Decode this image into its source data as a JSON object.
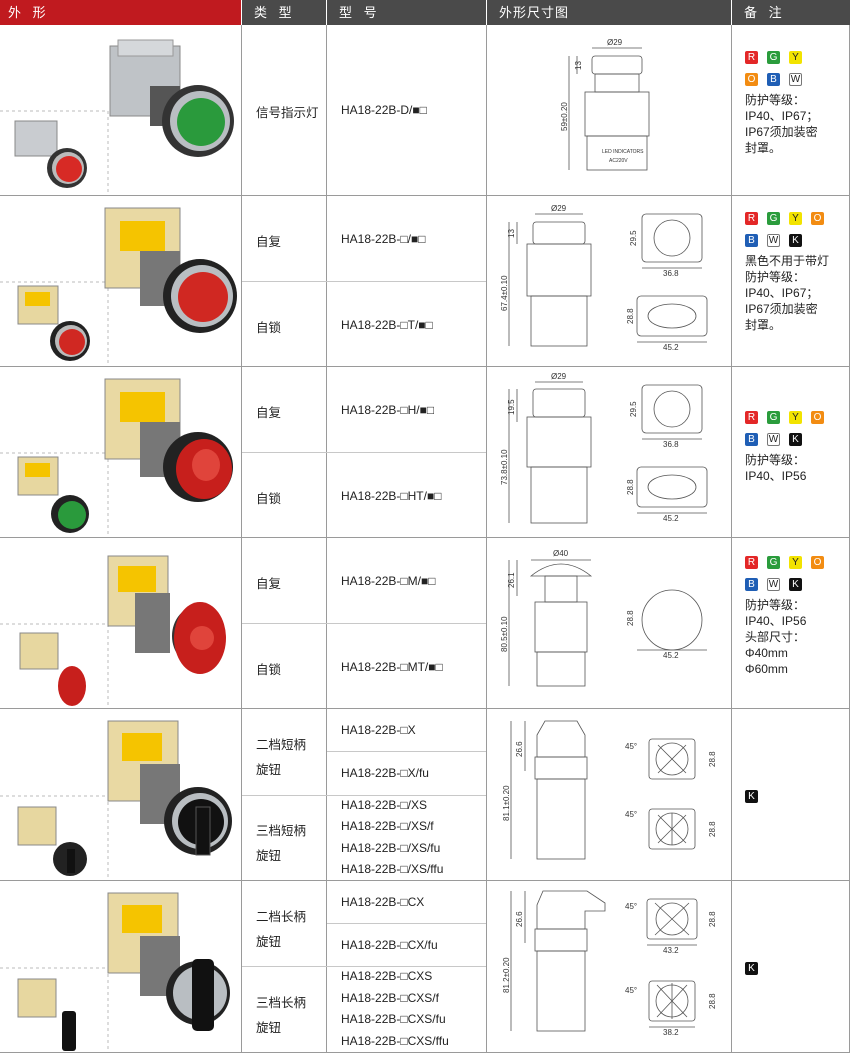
{
  "header": {
    "col_photo": "外 形",
    "col_type": "类 型",
    "col_model": "型 号",
    "col_dims": "外形尺寸图",
    "col_notes": "备 注"
  },
  "rows": [
    {
      "types": [
        "信号指示灯"
      ],
      "models": [
        "HA18-22B-D/■□"
      ],
      "dims": {
        "dia": "Ø29",
        "h1": "13",
        "total": "59±0.20",
        "label1": "LED INDICATORS",
        "label2": "AC220V"
      },
      "swatches": [
        "R",
        "G",
        "Y",
        "O",
        "B",
        "W"
      ],
      "notes": [
        "防护等级：",
        "IP40、IP67；",
        "IP67须加装密",
        "封罩。"
      ]
    },
    {
      "types": [
        "自复",
        "自锁"
      ],
      "models": [
        "HA18-22B-□/■□",
        "HA18-22B-□T/■□"
      ],
      "dims": {
        "dia": "Ø29",
        "h1": "13",
        "total": "67.4±0.10",
        "a": "29.5",
        "b": "36.8",
        "c": "28.8",
        "d": "45.2"
      },
      "swatches": [
        "R",
        "G",
        "Y",
        "O",
        "B",
        "W",
        "K"
      ],
      "notes": [
        "黑色不用于带灯",
        "防护等级：",
        "IP40、IP67；",
        "IP67须加装密",
        "封罩。"
      ]
    },
    {
      "types": [
        "自复",
        "自锁"
      ],
      "models": [
        "HA18-22B-□H/■□",
        "HA18-22B-□HT/■□"
      ],
      "dims": {
        "dia": "Ø29",
        "h1": "19.5",
        "total": "73.8±0.10",
        "a": "29.5",
        "b": "36.8",
        "c": "28.8",
        "d": "45.2"
      },
      "swatches": [
        "R",
        "G",
        "Y",
        "O",
        "B",
        "W",
        "K"
      ],
      "notes": [
        "防护等级：",
        "IP40、IP56"
      ]
    },
    {
      "types": [
        "自复",
        "自锁"
      ],
      "models": [
        "HA18-22B-□M/■□",
        "HA18-22B-□MT/■□"
      ],
      "dims": {
        "dia": "Ø40",
        "h1": "26.1",
        "total": "80.5±0.10",
        "c": "28.8",
        "d": "45.2"
      },
      "swatches": [
        "R",
        "G",
        "Y",
        "O",
        "B",
        "W",
        "K"
      ],
      "notes": [
        "防护等级：",
        "IP40、IP56",
        "头部尺寸：",
        "Φ40mm",
        "Φ60mm"
      ]
    },
    {
      "types": [
        "二档短柄",
        "旋钮",
        "三档短柄",
        "旋钮"
      ],
      "models": [
        "HA18-22B-□X",
        "HA18-22B-□X/fu",
        "HA18-22B-□/XS",
        "HA18-22B-□/XS/f",
        "HA18-22B-□/XS/fu",
        "HA18-22B-□/XS/ffu"
      ],
      "dims": {
        "h1": "26.6",
        "total": "81.1±0.20",
        "ang": "45°",
        "c": "28.8"
      },
      "swatches": [
        "K"
      ]
    },
    {
      "types": [
        "二档长柄",
        "旋钮",
        "三档长柄",
        "旋钮"
      ],
      "models": [
        "HA18-22B-□CX",
        "HA18-22B-□CX/fu",
        "HA18-22B-□CXS",
        "HA18-22B-□CXS/f",
        "HA18-22B-□CXS/fu",
        "HA18-22B-□CXS/ffu"
      ],
      "dims": {
        "h1": "26.6",
        "total": "81.2±0.20",
        "ang": "45°",
        "c": "28.8",
        "e": "43.2",
        "f": "38.2"
      },
      "swatches": [
        "K"
      ]
    }
  ]
}
